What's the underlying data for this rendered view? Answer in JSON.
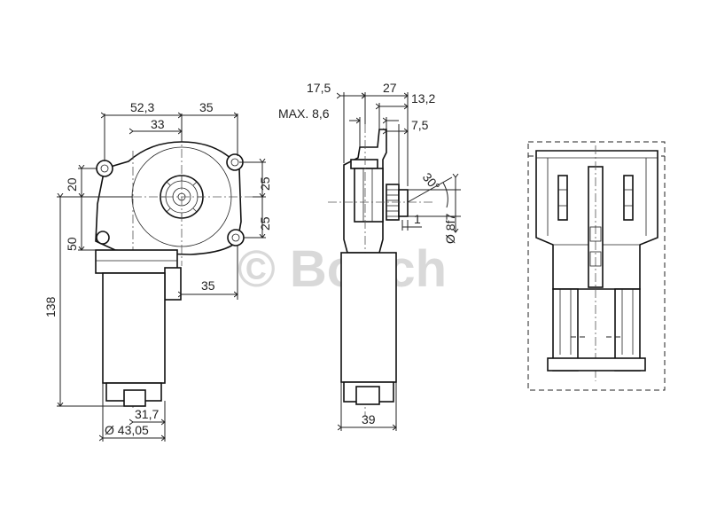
{
  "watermark": {
    "text": "© Bosch"
  },
  "front_view": {
    "dims": {
      "width_523": "52,3",
      "width_35_top": "35",
      "width_33": "33",
      "height_20": "20",
      "height_50": "50",
      "height_138": "138",
      "height_25_upper": "25",
      "height_25_lower": "25",
      "width_35_mid": "35",
      "width_317": "31,7",
      "dia_4305": "Ø 43,05"
    }
  },
  "side_view": {
    "dims": {
      "d_175": "17,5",
      "d_27": "27",
      "d_132": "13,2",
      "d_max86": "MAX. 8,6",
      "d_75": "7,5",
      "d_30deg": "30°",
      "d_1": "1",
      "d_8f7": "Ø 8f7",
      "d_39": "39"
    }
  },
  "connector_view": {}
}
